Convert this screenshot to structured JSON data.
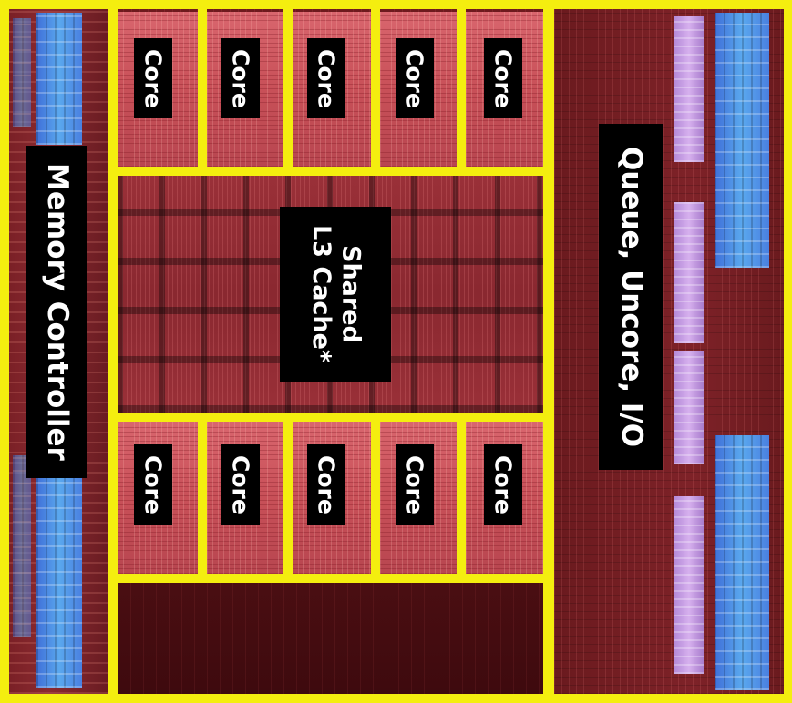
{
  "labels": {
    "memory_controller": "Memory Controller",
    "queue_uncore_io": "Queue, Uncore, I/O",
    "shared_cache_line1": "Shared",
    "shared_cache_line2": "L3 Cache*"
  },
  "cores_top": [
    {
      "label": "Core"
    },
    {
      "label": "Core"
    },
    {
      "label": "Core"
    },
    {
      "label": "Core"
    },
    {
      "label": "Core"
    }
  ],
  "cores_bottom": [
    {
      "label": "Core"
    },
    {
      "label": "Core"
    },
    {
      "label": "Core"
    },
    {
      "label": "Core"
    },
    {
      "label": "Core"
    }
  ],
  "colors": {
    "outline": "#f4ee0f",
    "label_background": "#000000",
    "label_text": "#ffffff",
    "core_fill": "#c85058",
    "memory_stripes": "#5aa8ee",
    "io_stripes": "#d6b0ee"
  }
}
